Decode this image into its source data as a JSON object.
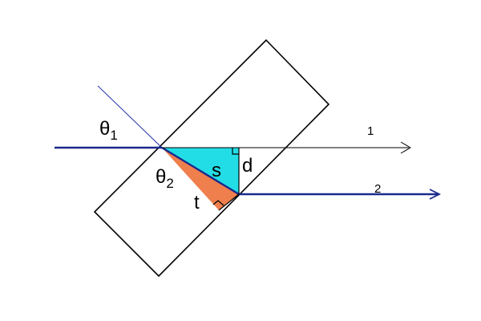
{
  "labels": {
    "theta": "θ",
    "theta1_sub": "1",
    "theta2_sub": "2",
    "s": "s",
    "d": "d",
    "t": "t",
    "ray1": "1",
    "ray2": "2"
  },
  "colors": {
    "ray": "#1a2a8c",
    "plate": "#000000",
    "normal": "#2233aa",
    "triangle_s": "#22dde6",
    "triangle_t": "#ef7f4d",
    "background": "#ffffff"
  }
}
